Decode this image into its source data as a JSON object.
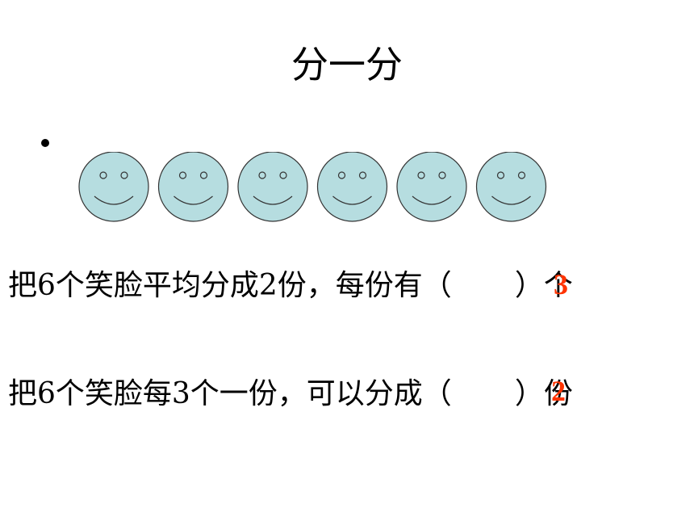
{
  "title": "分一分",
  "faces": {
    "count": 6,
    "fill_color": "#b6dde0",
    "stroke_color": "#333333"
  },
  "questions": [
    {
      "prefix": "把6个笑脸平均分成2份，每份有（",
      "answer": "3",
      "suffix": "）个"
    },
    {
      "prefix": "把6个笑脸每3个一份，可以分成（",
      "answer": "2",
      "suffix": "）份"
    }
  ],
  "answer_color": "#ff3300"
}
